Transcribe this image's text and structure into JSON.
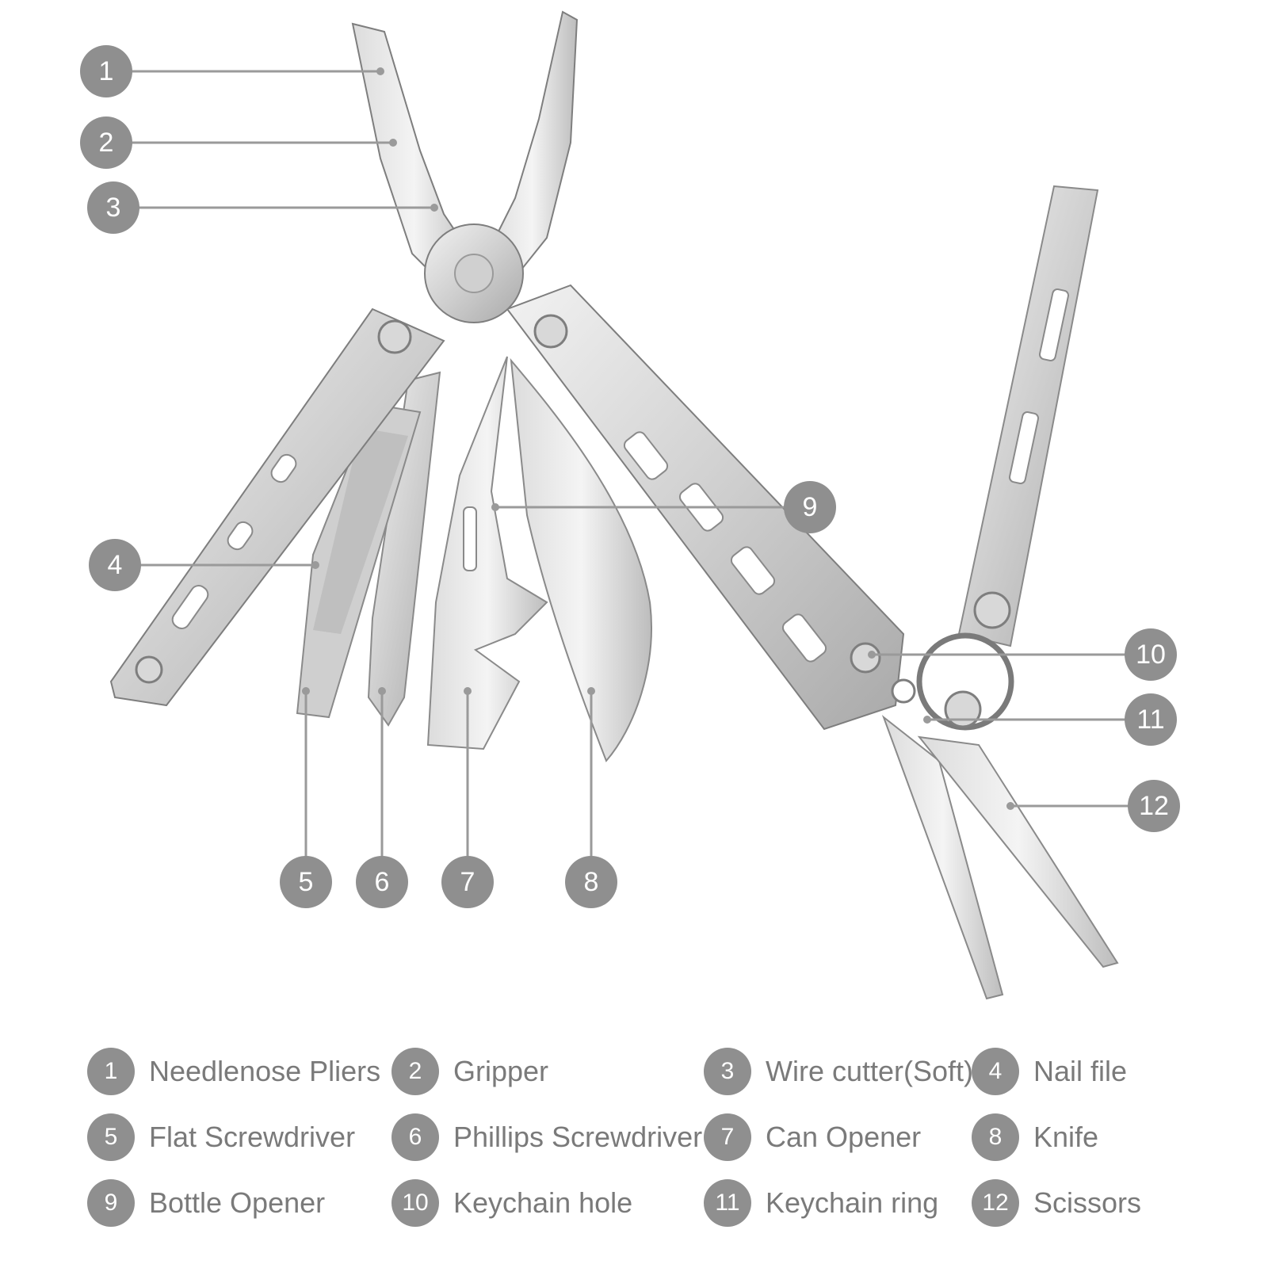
{
  "colors": {
    "badge": "#8f8f8f",
    "leader": "#9a9a9a",
    "steel_light": "#e4e4e4",
    "steel_mid": "#c9c9c9",
    "steel_dark": "#9d9d9d",
    "legend_text": "#7a7a7a"
  },
  "callouts": [
    {
      "num": "1",
      "name": "Needlenose Pliers"
    },
    {
      "num": "2",
      "name": "Gripper"
    },
    {
      "num": "3",
      "name": "Wire cutter(Soft)"
    },
    {
      "num": "4",
      "name": "Nail file"
    },
    {
      "num": "5",
      "name": "Flat Screwdriver"
    },
    {
      "num": "6",
      "name": "Phillips Screwdriver"
    },
    {
      "num": "7",
      "name": "Can Opener"
    },
    {
      "num": "8",
      "name": "Knife"
    },
    {
      "num": "9",
      "name": "Bottle Opener"
    },
    {
      "num": "10",
      "name": "Keychain hole"
    },
    {
      "num": "11",
      "name": "Keychain ring"
    },
    {
      "num": "12",
      "name": "Scissors"
    }
  ]
}
